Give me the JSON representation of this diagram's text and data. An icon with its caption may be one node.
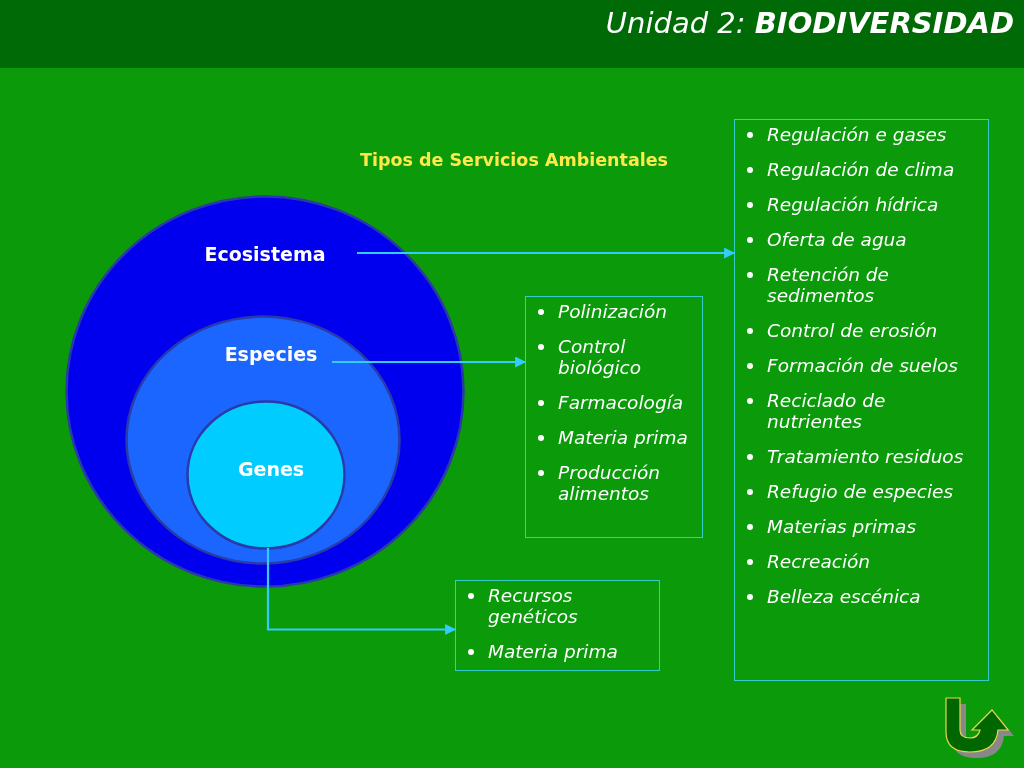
{
  "diagram": {
    "title": "*Unidad 2:* **BIODIVERSIDAD**",
    "nodes": [
      {
        "text": [
          "Ecosistema"
        ]
      },
      {
        "text": [
          "Especies"
        ],
        "in": 0
      },
      {
        "text": [
          "Genes"
        ],
        "in": 1
      },
      {
        "text": [
          "Regulación e gases",
          "Regulación de clima",
          "Regulación hídrica",
          "Oferta de agua",
          "Retención de sedimentos",
          "Control de erosión",
          "Formación de suelos",
          "Reciclado de nutrientes",
          "Tratamiento residuos",
          "Refugio de especies",
          "Materias primas",
          "Recreación",
          "Belleza escénica"
        ]
      },
      {
        "text": [
          "Polinización",
          "Control biológico",
          "Farmacología",
          "Materia prima",
          "Producción alimentos"
        ]
      },
      {
        "text": [
          "Recursos genéticos",
          "Materia prima"
        ]
      }
    ],
    "edges": [
      {
        "from": 0,
        "to": 3,
        "arrow": "to"
      },
      {
        "from": 1,
        "to": 4,
        "arrow": "to"
      },
      {
        "from": 2,
        "to": 5,
        "arrow": "to"
      }
    ],
    "labels": [
      "Tipos de Servicios Ambientales"
    ]
  }
}
